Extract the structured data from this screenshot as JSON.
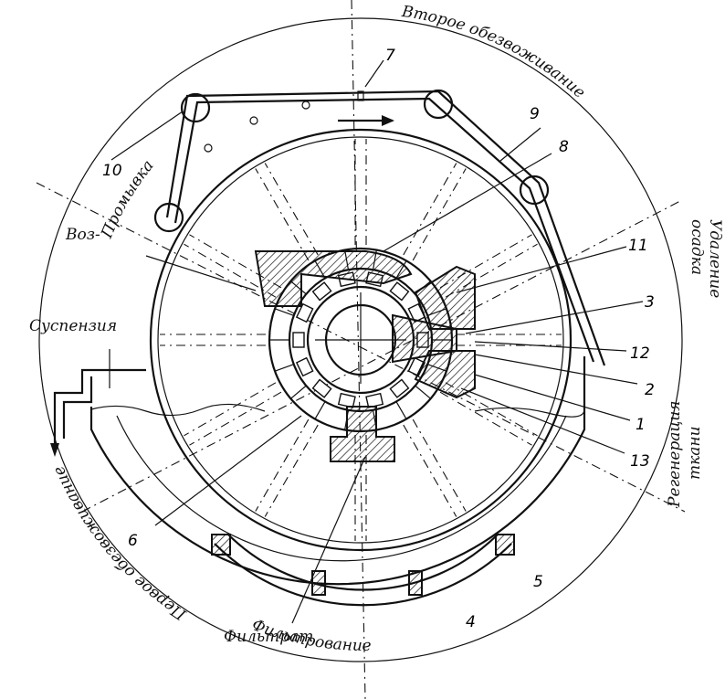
{
  "zones": {
    "washing": "Промывка",
    "second_dewatering": "Второе обезвоживание",
    "cake_removal_line1": "Удаление",
    "cake_removal_line2": "осадка",
    "cloth_regeneration_line1": "Регенерация",
    "cloth_regeneration_line2": "ткани",
    "filtration": "Фильтрование",
    "first_dewatering": "Первое обезвоживание"
  },
  "labels": {
    "suspension": "Суспензия",
    "filtrate": "Фильтрат",
    "air_partial": "Воз-"
  },
  "numbers": [
    "1",
    "2",
    "3",
    "4",
    "5",
    "6",
    "7",
    "8",
    "9",
    "10",
    "11",
    "12",
    "13"
  ]
}
